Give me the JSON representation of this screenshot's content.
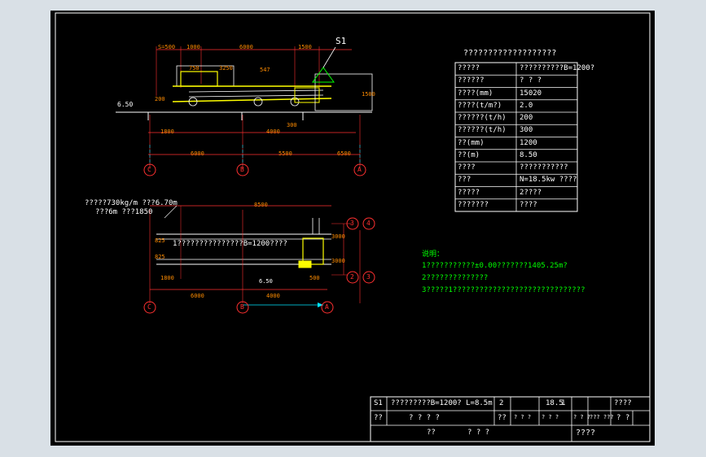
{
  "drawing": {
    "title": "???????????????????",
    "label_s1": "S1",
    "elev": "6.50",
    "dims_top": [
      "S=500",
      "1000",
      "6000",
      "1500",
      "750",
      "3250",
      "547",
      "200",
      "1500",
      "1800",
      "4000",
      "300",
      "6000",
      "5500",
      "6500"
    ],
    "dims_plan": [
      "8500",
      "3000",
      "3000",
      "500",
      "825",
      "825",
      "1800",
      "4000",
      "6000",
      "6.50"
    ],
    "axes_top": [
      "C",
      "B",
      "A"
    ],
    "axes_plan": [
      "C",
      "B",
      "A"
    ],
    "axes_side": [
      "3",
      "4",
      "2",
      "3"
    ],
    "plan_note_1": "?????730kg/m ???6.70m",
    "plan_note_2": "???6m  ???1850",
    "plan_label": "1???????????????B=1200????"
  },
  "spec_table": {
    "rows": [
      [
        "?????",
        "??????????B=1200?"
      ],
      [
        "??????",
        "? ? ?"
      ],
      [
        "????(mm)",
        "15020"
      ],
      [
        "????(t/m?)",
        "2.0"
      ],
      [
        "??????(t/h)",
        "200"
      ],
      [
        "??????(t/h)",
        "300"
      ],
      [
        "??(mm)",
        "1200"
      ],
      [
        "??(m)",
        "8.50"
      ],
      [
        "????",
        "???????????"
      ],
      [
        "???",
        "N=18.5kw ????"
      ],
      [
        "?????",
        "2????"
      ],
      [
        "???????",
        "????"
      ]
    ]
  },
  "notes": {
    "heading": "说明：",
    "lines": [
      "1???????????±0.00???????1405.25m?",
      "2??????????????",
      "3?????1??????????????????????????????"
    ]
  },
  "title_block": {
    "row1": [
      "S1",
      "?????????B=1200?  L=8.5m",
      "2",
      "",
      "18.5",
      "1",
      "",
      "????"
    ],
    "row2": [
      "??",
      "? ? ? ?",
      "??",
      "? ? ?",
      "? ? ?",
      "? ? ?",
      "??? ???",
      "? ?"
    ],
    "row3": [
      "??",
      "? ? ?",
      "????"
    ]
  }
}
